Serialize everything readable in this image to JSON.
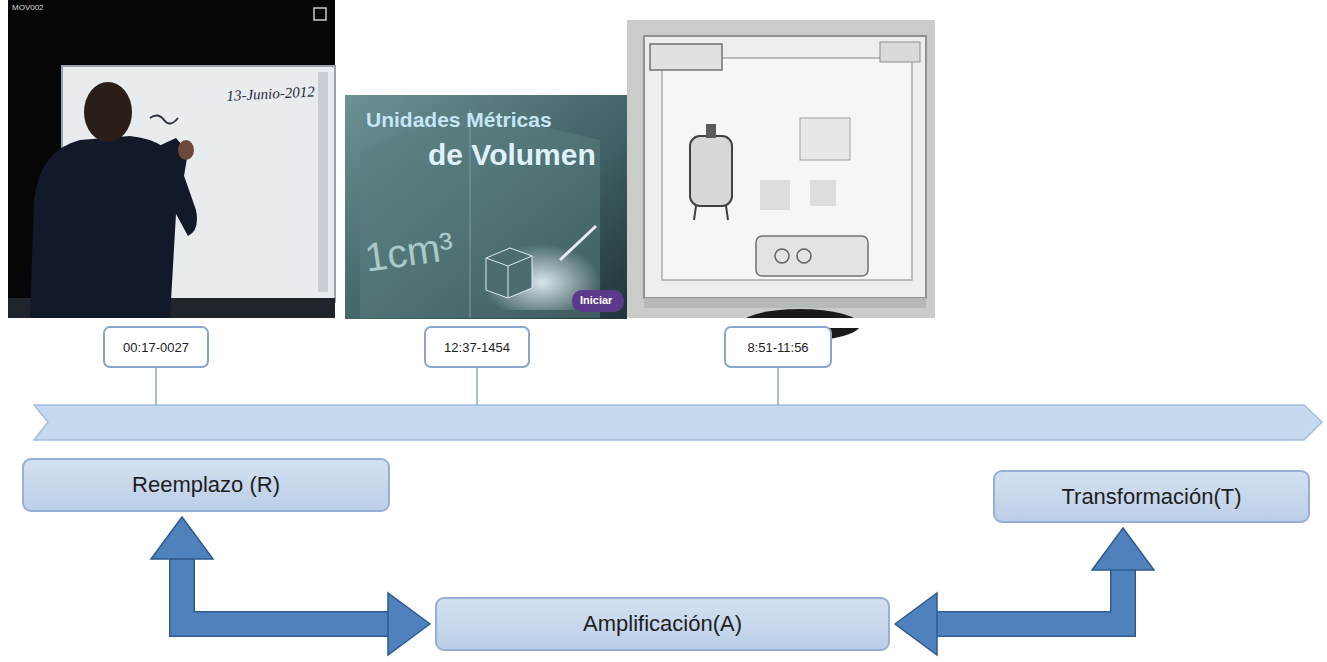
{
  "diagram": {
    "nodes": [
      {
        "text": [
          "00:17-0027"
        ]
      },
      {
        "text": [
          "12:37-1454"
        ]
      },
      {
        "text": [
          "8:51-11:56"
        ]
      },
      {
        "text": [
          "Reemplazo (R)"
        ]
      },
      {
        "text": [
          "Amplificación(A)"
        ]
      },
      {
        "text": [
          "Transformación(T)"
        ]
      }
    ],
    "edges": [
      {
        "from": 3,
        "to": 4,
        "arrow": "both"
      },
      {
        "from": 4,
        "to": 5,
        "arrow": "both"
      }
    ],
    "labels": [
      "MOV002",
      "13-Junio-2012",
      "Unidades Métricas",
      "de Volumen",
      "1cm³",
      "Iniciar"
    ]
  }
}
